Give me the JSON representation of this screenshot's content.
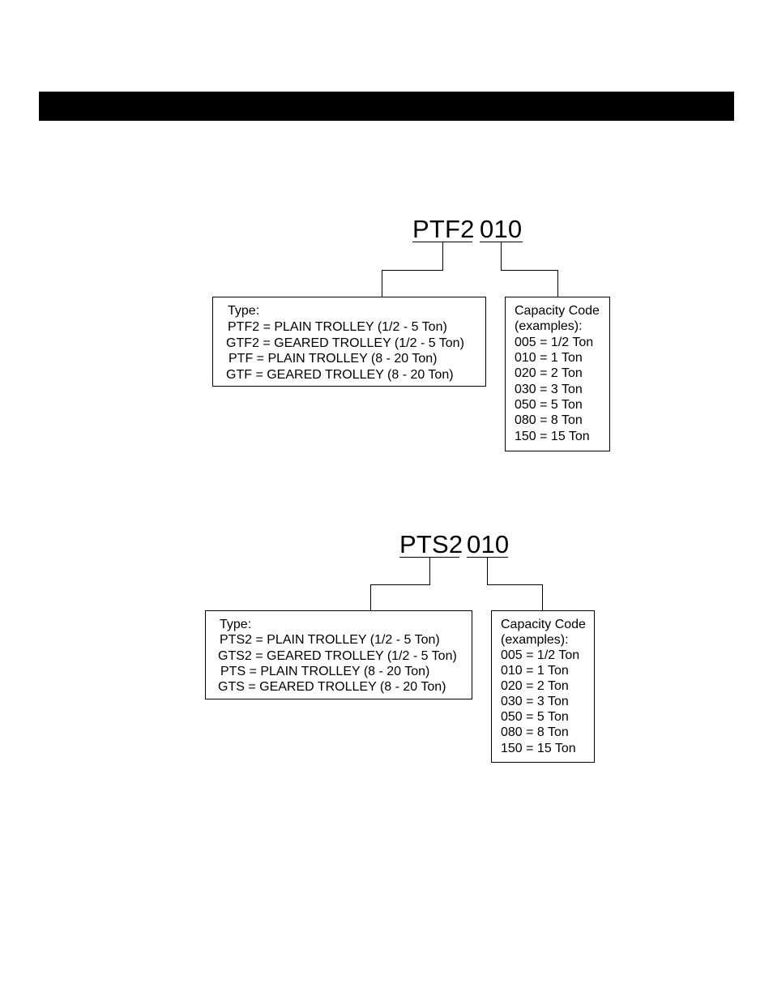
{
  "diagrams": [
    {
      "code_segments": [
        "PTF2",
        "010"
      ],
      "type_box": {
        "lines": [
          "Type:",
          "PTF2 = PLAIN TROLLEY (1/2 - 5 Ton)",
          "GTF2 = GEARED TROLLEY (1/2 - 5 Ton)",
          "PTF = PLAIN TROLLEY (8 - 20 Ton)",
          "GTF = GEARED TROLLEY (8 - 20 Ton)"
        ]
      },
      "capacity_box": {
        "lines": [
          "Capacity Code",
          "(examples):",
          "005 = 1/2 Ton",
          "010 = 1 Ton",
          "020 = 2 Ton",
          "030 = 3 Ton",
          "050 = 5 Ton",
          "080 = 8 Ton",
          "150 = 15 Ton"
        ]
      }
    },
    {
      "code_segments": [
        "PTS2",
        "010"
      ],
      "type_box": {
        "lines": [
          "Type:",
          "PTS2 = PLAIN TROLLEY (1/2 - 5 Ton)",
          "GTS2 = GEARED TROLLEY (1/2 - 5 Ton)",
          "PTS = PLAIN TROLLEY (8 - 20 Ton)",
          "GTS = GEARED TROLLEY (8 - 20 Ton)"
        ]
      },
      "capacity_box": {
        "lines": [
          "Capacity Code",
          "(examples):",
          "005 = 1/2 Ton",
          "010 = 1 Ton",
          "020 = 2 Ton",
          "030 = 3 Ton",
          "050 = 5 Ton",
          "080 = 8 Ton",
          "150 = 15 Ton"
        ]
      }
    }
  ]
}
